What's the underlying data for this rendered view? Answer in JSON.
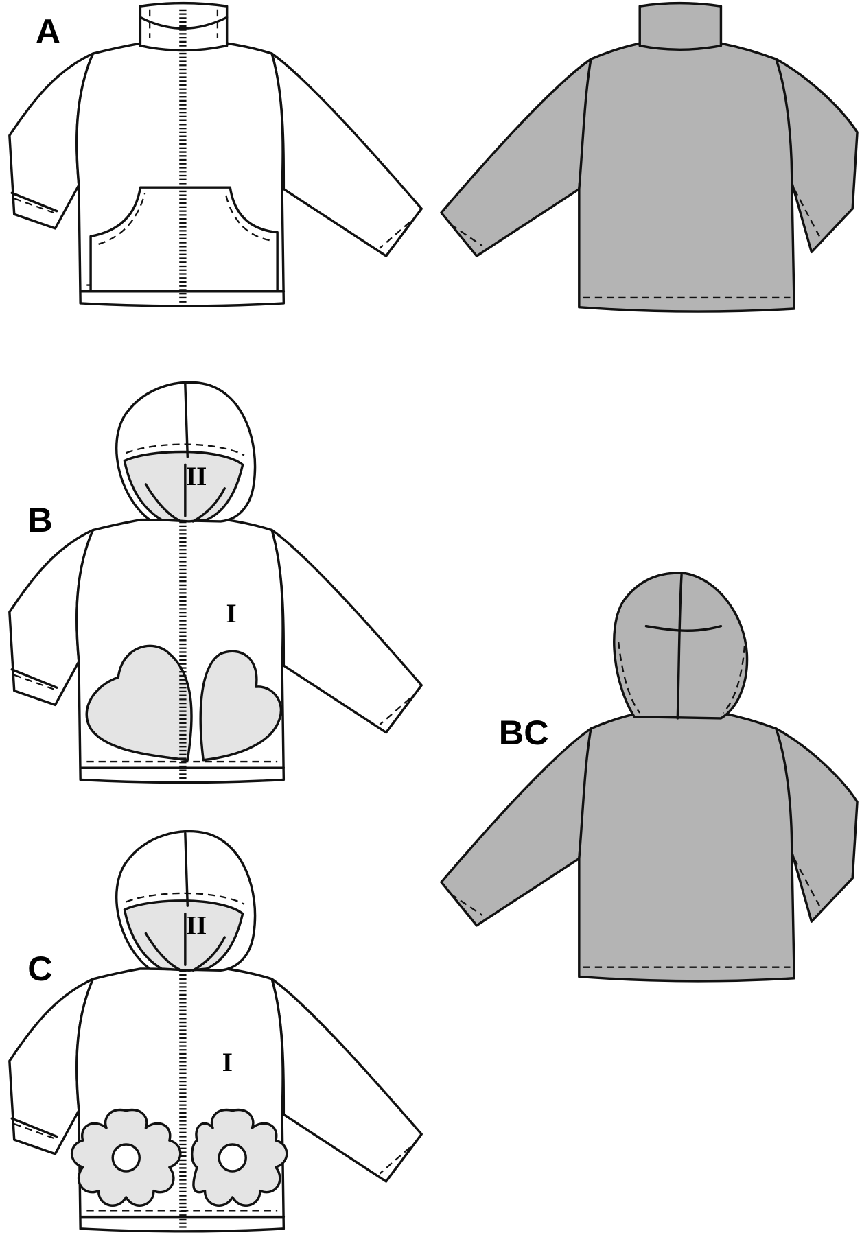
{
  "views": {
    "a_front": {
      "label": "A"
    },
    "b_front": {
      "label": "B",
      "body_mark": "I",
      "hood_mark": "II"
    },
    "c_front": {
      "label": "C",
      "body_mark": "I",
      "hood_mark": "II"
    },
    "bc_back": {
      "label": "BC"
    }
  },
  "colors": {
    "line": "#111111",
    "back_fill": "#b4b4b4",
    "accent_fill": "#e4e4e4"
  }
}
